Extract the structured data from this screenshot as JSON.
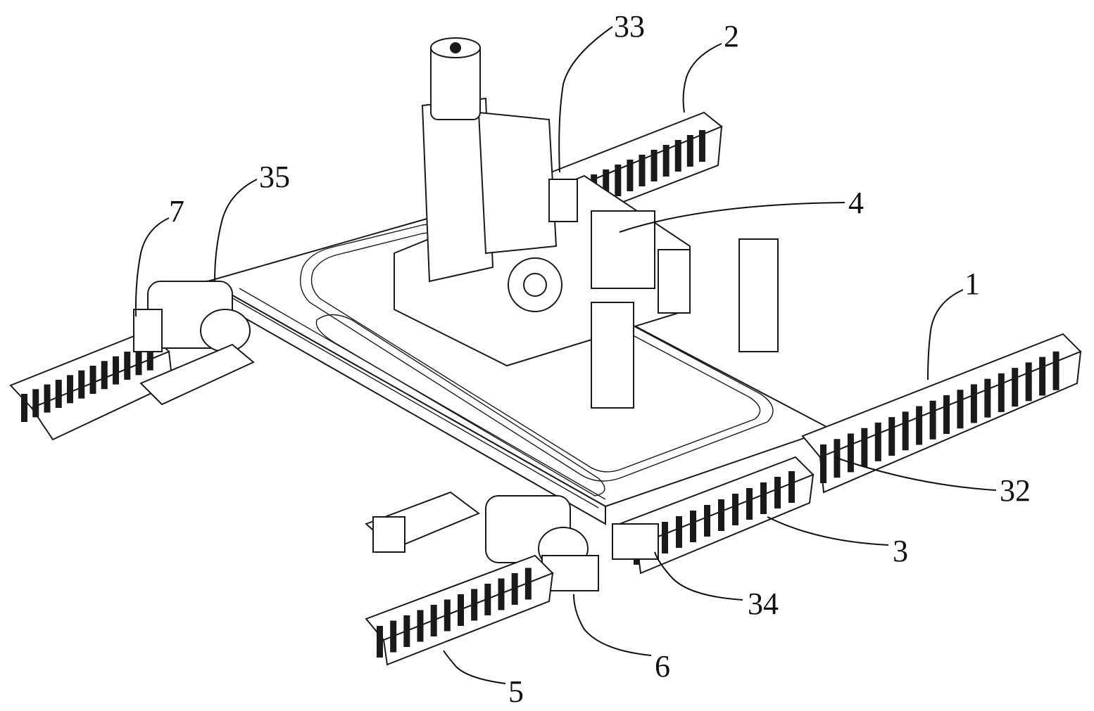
{
  "drawing": {
    "labels": [
      "33",
      "2",
      "35",
      "7",
      "4",
      "1",
      "32",
      "3",
      "34",
      "6",
      "5"
    ]
  }
}
